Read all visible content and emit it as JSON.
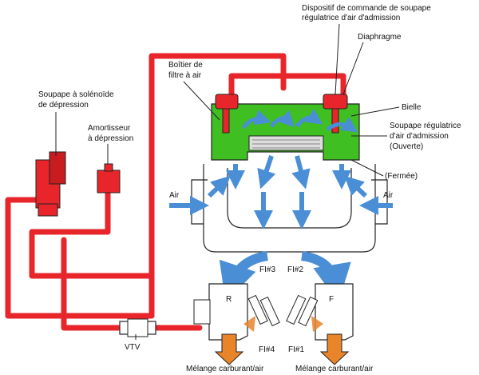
{
  "labels": {
    "solenoid_valve": [
      "Soupape à solénoïde",
      "de dépression"
    ],
    "vacuum_damper": [
      "Amortisseur",
      "à dépression"
    ],
    "air_filter_box": [
      "Boîtier de",
      "filtre à air"
    ],
    "control_device": [
      "Dispositif de commande de soupape",
      "régulatrice d'air d'admission"
    ],
    "diaphragm": "Diaphragme",
    "rod": "Bielle",
    "regulating_valve": [
      "Soupape régulatrice",
      "d'air d'admission",
      "(Ouverte)"
    ],
    "closed": "(Fermée)",
    "air_left": "Air",
    "air_right": "Air",
    "fi3": "FI#3",
    "fi2": "FI#2",
    "fi4": "FI#4",
    "fi1": "FI#1",
    "throttle_r": "R",
    "throttle_f": "F",
    "vtv": "VTV",
    "mixture_left": "Mélange carburant/air",
    "mixture_right": "Mélange carburant/air"
  },
  "colors": {
    "vacuum_line": "#e8252a",
    "airbox": "#3fbf22",
    "airflow_arrow": "#4a8fd6",
    "mixture_arrow": "#e8842a",
    "outline": "#222222"
  }
}
